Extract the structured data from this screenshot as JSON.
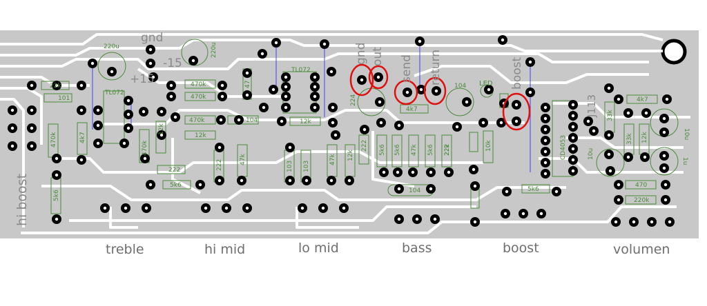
{
  "knob_labels": [
    "treble",
    "hi mid",
    "lo mid",
    "bass",
    "boost",
    "volumen"
  ],
  "side_label": "hi boost",
  "connector_labels": {
    "gnd_top": "gnd",
    "minus15": "-15",
    "plus15": "+15",
    "gnd": "gnd",
    "out": "out",
    "send": "send",
    "return": "return",
    "boost": "boost",
    "led": "LED",
    "j113": "J113"
  },
  "components": {
    "c220u": "220u",
    "c220u_b": "220u",
    "ic1": "TL072",
    "ic2": "TL072",
    "ic3": "CD4053",
    "r22k": "22k",
    "r101": "101",
    "r470k_a": "470k",
    "r470k_b": "470k",
    "r470k_c": "470k",
    "r470k_d": "470k",
    "r470k_e": "470k",
    "r4k7_a": "4k7",
    "r4k7_b": "4k7",
    "r4k7_c": "4k7",
    "r5k6_a": "5k6",
    "r5k6_b": "5k6",
    "r5k6_c": "5k6",
    "r5k6_d": "5k6",
    "r5k6_e": "5k6",
    "r5k6_f": "5k6",
    "r12k_a": "12k",
    "r12k_b": "12k",
    "r12k_c": "12k",
    "r12k_d": "12k",
    "r12k_e": "12k",
    "c222_a": "222",
    "c222_b": "222",
    "c222_c": "222",
    "c222_d": "222",
    "c104_a": "104",
    "c104_b": "104",
    "c104_c": "104",
    "c103_a": "103",
    "c103_b": "103",
    "r47k_a": "47k",
    "r47k_b": "47k",
    "r47k_c": "47k",
    "r22k_b": "22k",
    "r10k": "10k",
    "c224": "224",
    "r33k_a": "33k",
    "r33k_b": "33k",
    "r470": "470",
    "r220k": "220k",
    "c10u_a": "10u",
    "c10u_b": "10u",
    "c1u": "1u",
    "r47": "47"
  },
  "colors": {
    "board": "#c8c8c8",
    "trace": "#ffffff",
    "pad": "#000000",
    "silk": "#4a8a3a",
    "highlight": "#e01010",
    "jumper": "#4040ff"
  }
}
